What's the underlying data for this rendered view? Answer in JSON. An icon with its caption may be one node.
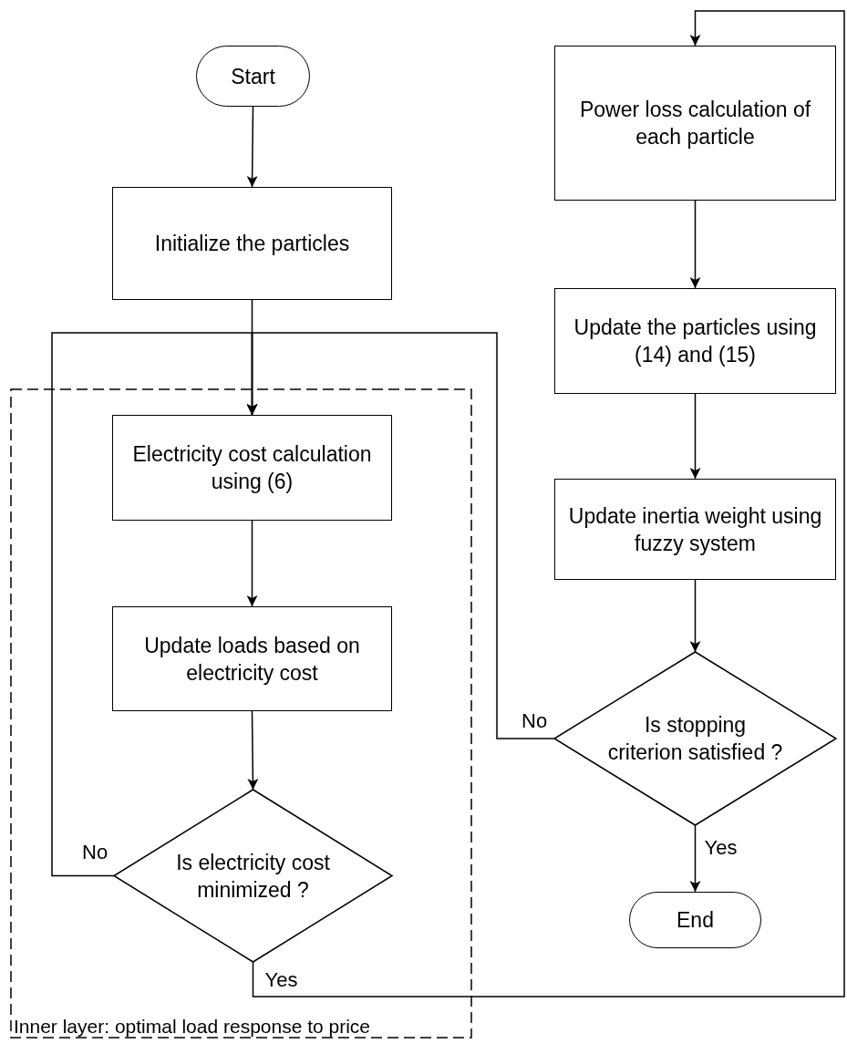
{
  "diagram": {
    "nodes": [
      {
        "text": [
          "Start"
        ]
      },
      {
        "text": [
          "Initialize the particles"
        ]
      },
      {
        "text": [
          "Inner layer: optimal load response to price"
        ]
      },
      {
        "text": [
          "Electricity cost calculation using (6)"
        ],
        "in": 2
      },
      {
        "text": [
          "Update loads based on electricity cost"
        ],
        "in": 2
      },
      {
        "text": [
          "Is electricity cost minimized ?"
        ],
        "in": 2
      },
      {
        "text": [
          "Power loss calculation of each particle"
        ]
      },
      {
        "text": [
          "Update the particles using (14) and (15)"
        ]
      },
      {
        "text": [
          "Update inertia weight using fuzzy system"
        ]
      },
      {
        "text": [
          "Is stopping criterion satisfied ?"
        ]
      },
      {
        "text": [
          "End"
        ]
      }
    ],
    "edges": [
      {
        "from": 0,
        "to": 1,
        "arrow": "to"
      },
      {
        "from": 1,
        "to": 3,
        "arrow": "to"
      },
      {
        "from": 5,
        "to": 3,
        "arrow": "to",
        "label": "No"
      },
      {
        "from": 3,
        "to": 4,
        "arrow": "to"
      },
      {
        "from": 4,
        "to": 5,
        "arrow": "to"
      },
      {
        "from": 5,
        "to": 6,
        "arrow": "to",
        "label": "Yes"
      },
      {
        "from": 6,
        "to": 7,
        "arrow": "to"
      },
      {
        "from": 7,
        "to": 8,
        "arrow": "to"
      },
      {
        "from": 8,
        "to": 9,
        "arrow": "to"
      },
      {
        "from": 9,
        "to": 3,
        "arrow": "to",
        "label": "No"
      },
      {
        "from": 9,
        "to": 10,
        "arrow": "to",
        "label": "Yes"
      }
    ]
  }
}
